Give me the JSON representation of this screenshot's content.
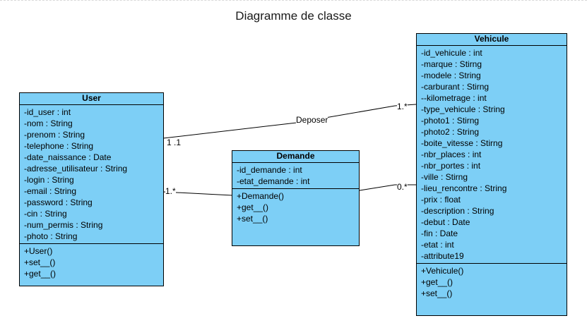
{
  "diagram_title": "Diagramme de classe",
  "classes": {
    "user": {
      "name": "User",
      "attributes": [
        "-id_user : int",
        "-nom : String",
        "-prenom : String",
        "-telephone : String",
        "-date_naissance : Date",
        "-adresse_utilisateur : String",
        "-login : String",
        "-email : String",
        "-password : String",
        "-cin : String",
        "-num_permis : String",
        "-photo : String"
      ],
      "operations": [
        "+User()",
        "+set__()",
        "+get__()"
      ]
    },
    "demande": {
      "name": "Demande",
      "attributes": [
        "-id_demande : int",
        "-etat_demande : int"
      ],
      "operations": [
        "+Demande()",
        "+get__()",
        "+set__()"
      ]
    },
    "vehicule": {
      "name": "Vehicule",
      "attributes": [
        "-id_vehicule : int",
        "-marque : Stirng",
        "-modele : String",
        "-carburant : Stirng",
        "--kilometrage : int",
        "-type_vehicule : String",
        "-photo1 : Stirng",
        "-photo2 : String",
        "-boite_vitesse : Stirng",
        "-nbr_places : int",
        "-nbr_portes : int",
        "-ville : Stirng",
        "-lieu_rencontre : String",
        "-prix : float",
        "-description : String",
        "-debut : Date",
        "-fin : Date",
        "-etat : int",
        "-attribute19"
      ],
      "operations": [
        "+Vehicule()",
        "+get__()",
        "+set__()"
      ]
    }
  },
  "associations": {
    "user_vehicule": {
      "label": "Deposer",
      "source_mult": "1 .1",
      "target_mult": "1.*"
    },
    "user_demande": {
      "source_mult": "1.*"
    },
    "demande_vehicule": {
      "target_mult": "0.*"
    }
  }
}
